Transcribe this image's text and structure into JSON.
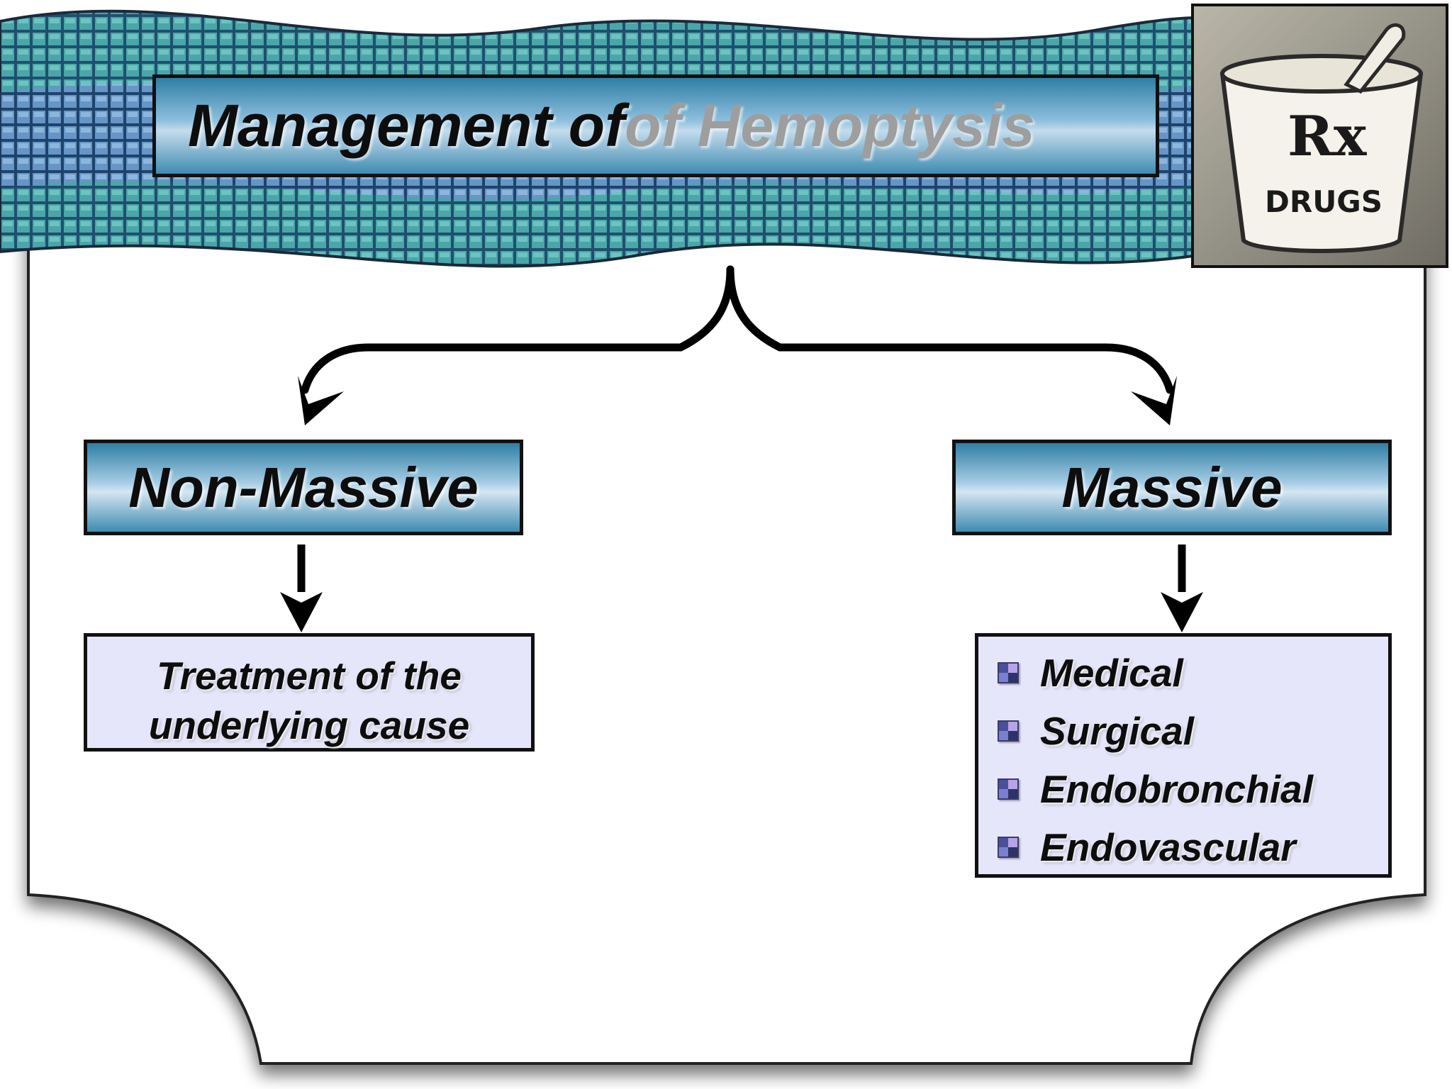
{
  "slide": {
    "title": "Management of",
    "title_ghost": "of Hemoptysis",
    "categories": {
      "non_massive": "Non-Massive",
      "massive": "Massive"
    },
    "non_massive_treatment": [
      "Treatment of the",
      "underlying cause"
    ],
    "massive_options": [
      "Medical",
      "Surgical",
      "Endobronchial",
      "Endovascular"
    ],
    "logo_text": {
      "rx": "Rx",
      "label": "DRUGS"
    }
  },
  "colors": {
    "banner_teal": "#2c8f8f",
    "banner_blue": "#3c6fa8",
    "box_blue": "#2f7ea6",
    "detail_fill": "#e6e6fb"
  }
}
